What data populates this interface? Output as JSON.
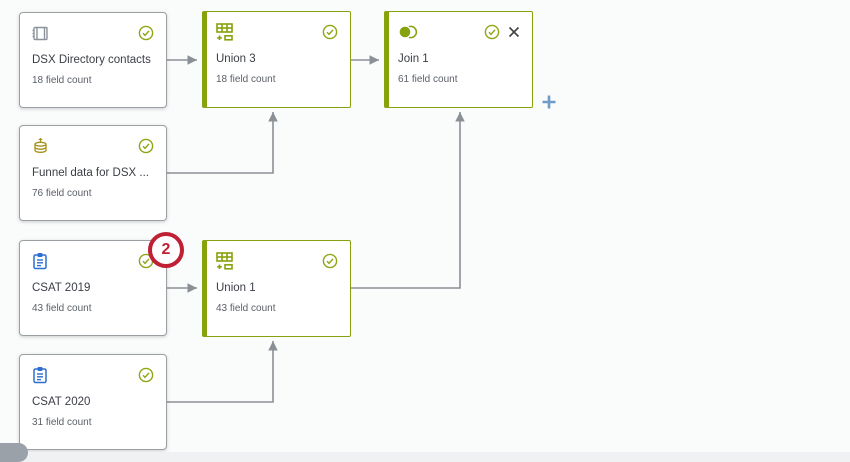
{
  "app": {
    "view": "flow-canvas"
  },
  "nodes": [
    {
      "title": "DSX Directory contacts",
      "field_count": "18 field count",
      "icon": "table-icon",
      "status": "ok"
    },
    {
      "title": "Union 3",
      "field_count": "18 field count",
      "icon": "union-icon",
      "status": "ok"
    },
    {
      "title": "Join 1",
      "field_count": "61 field count",
      "icon": "join-icon",
      "status": "ok",
      "closable": true
    },
    {
      "title": "Funnel data for DSX ...",
      "field_count": "76 field count",
      "icon": "published-datasource-icon",
      "status": "ok"
    },
    {
      "title": "CSAT 2019",
      "field_count": "43 field count",
      "icon": "clipboard-icon",
      "status": "ok"
    },
    {
      "title": "Union 1",
      "field_count": "43 field count",
      "icon": "union-icon",
      "status": "ok"
    },
    {
      "title": "CSAT 2020",
      "field_count": "31 field count",
      "icon": "clipboard-icon",
      "status": "ok"
    }
  ],
  "connections": [
    {
      "from": "DSX Directory contacts",
      "to": "Union 3"
    },
    {
      "from": "Funnel data for DSX ...",
      "to": "Union 3"
    },
    {
      "from": "Union 3",
      "to": "Join 1"
    },
    {
      "from": "CSAT 2019",
      "to": "Union 1"
    },
    {
      "from": "CSAT 2020",
      "to": "Union 1"
    },
    {
      "from": "Union 1",
      "to": "Join 1"
    }
  ],
  "annotation_badge": {
    "value": "2"
  },
  "add_button": {
    "icon": "plus-icon"
  },
  "colors": {
    "accent_green": "#86a20c",
    "node_border_gray": "#9ba0a5",
    "connector_gray": "#8b9096",
    "badge_red": "#bf2034",
    "clipboard_blue": "#2e6fd0",
    "datasource_gold": "#a8901a",
    "table_gray": "#8d939a",
    "add_plus_blue": "#6f9bc8",
    "canvas_background": "#fafbfb"
  }
}
